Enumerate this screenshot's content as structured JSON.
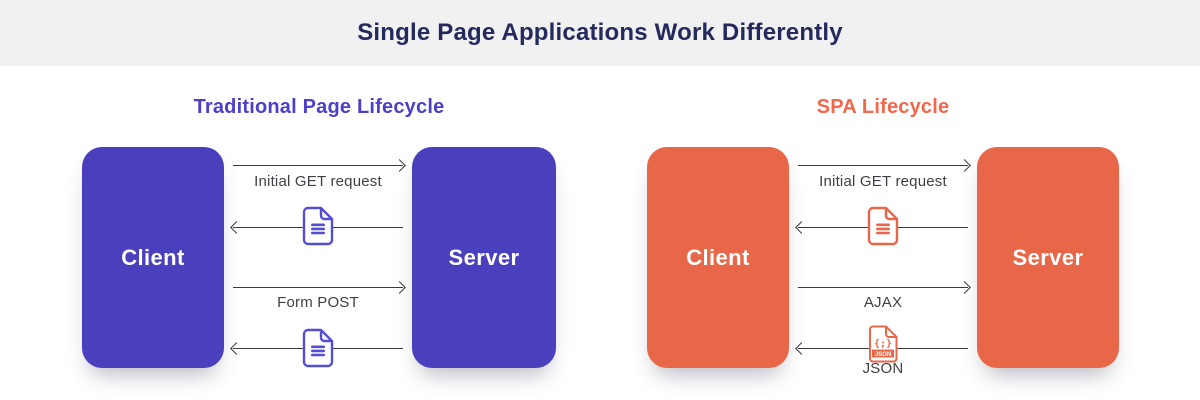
{
  "header": {
    "title": "Single Page Applications Work Differently"
  },
  "colors": {
    "header_bg": "#F1F1F2",
    "title_navy": "#242A5B",
    "purple_box": "#4A40BE",
    "purple_heading": "#4C40CB",
    "coral_box": "#E96749",
    "coral_heading": "#F2684A",
    "arrow_gray": "#3A3A40",
    "label_gray": "#3F3F47"
  },
  "traditional": {
    "title": "Traditional Page Lifecycle",
    "client": "Client",
    "server": "Server",
    "flows": [
      {
        "direction": "right",
        "label": "Initial GET request"
      },
      {
        "direction": "left",
        "icon": "document-icon"
      },
      {
        "direction": "right",
        "label": "Form POST"
      },
      {
        "direction": "left",
        "icon": "document-icon"
      }
    ]
  },
  "spa": {
    "title": "SPA Lifecycle",
    "client": "Client",
    "server": "Server",
    "flows": [
      {
        "direction": "right",
        "label": "Initial GET request"
      },
      {
        "direction": "left",
        "icon": "document-icon"
      },
      {
        "direction": "right",
        "label": "AJAX"
      },
      {
        "direction": "left",
        "icon": "json-file-icon",
        "label": "JSON",
        "icon_text": "JSON",
        "icon_glyph": "{;}"
      }
    ]
  }
}
